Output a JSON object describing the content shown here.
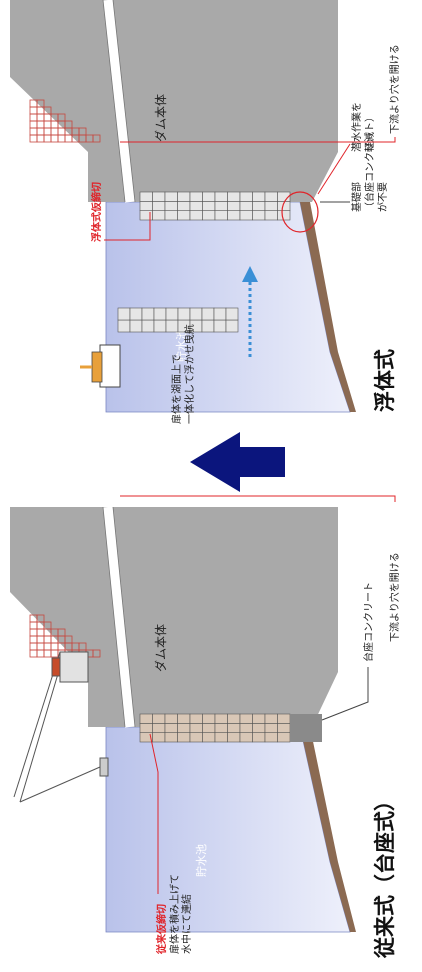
{
  "left": {
    "title": "従来式（台座式）",
    "label_method": "従来仮締切",
    "label_method_desc": [
      "扉体を積み上げて",
      "水中にて連結"
    ],
    "label_reservoir": "貯水池",
    "label_dam": "ダム本体",
    "label_base": "台座コンクリート",
    "label_hole": "下流より穴を開ける"
  },
  "right": {
    "title": "浮体式",
    "label_method": "浮体式仮締切",
    "label_top_desc": [
      "扉体を湖面上で",
      "一体化して浮かせ曳航"
    ],
    "label_reservoir": "貯水池",
    "label_dam": "ダム本体",
    "label_foundation": [
      "基礎部",
      "（台座コンクリート）",
      "が不要"
    ],
    "label_diving": [
      "潜水作業を",
      "軽減"
    ],
    "label_hole": "下流より穴を開ける"
  },
  "colors": {
    "dam": "#a9a9a9",
    "reservoir_top": "#b9c2ea",
    "reservoir_bottom": "#eef0fb",
    "arrow": "#0b157d",
    "accent": "#e0242a",
    "grid": "#c6473f",
    "ground": "#8b6a52",
    "float_dot": "#3a8fd6"
  }
}
